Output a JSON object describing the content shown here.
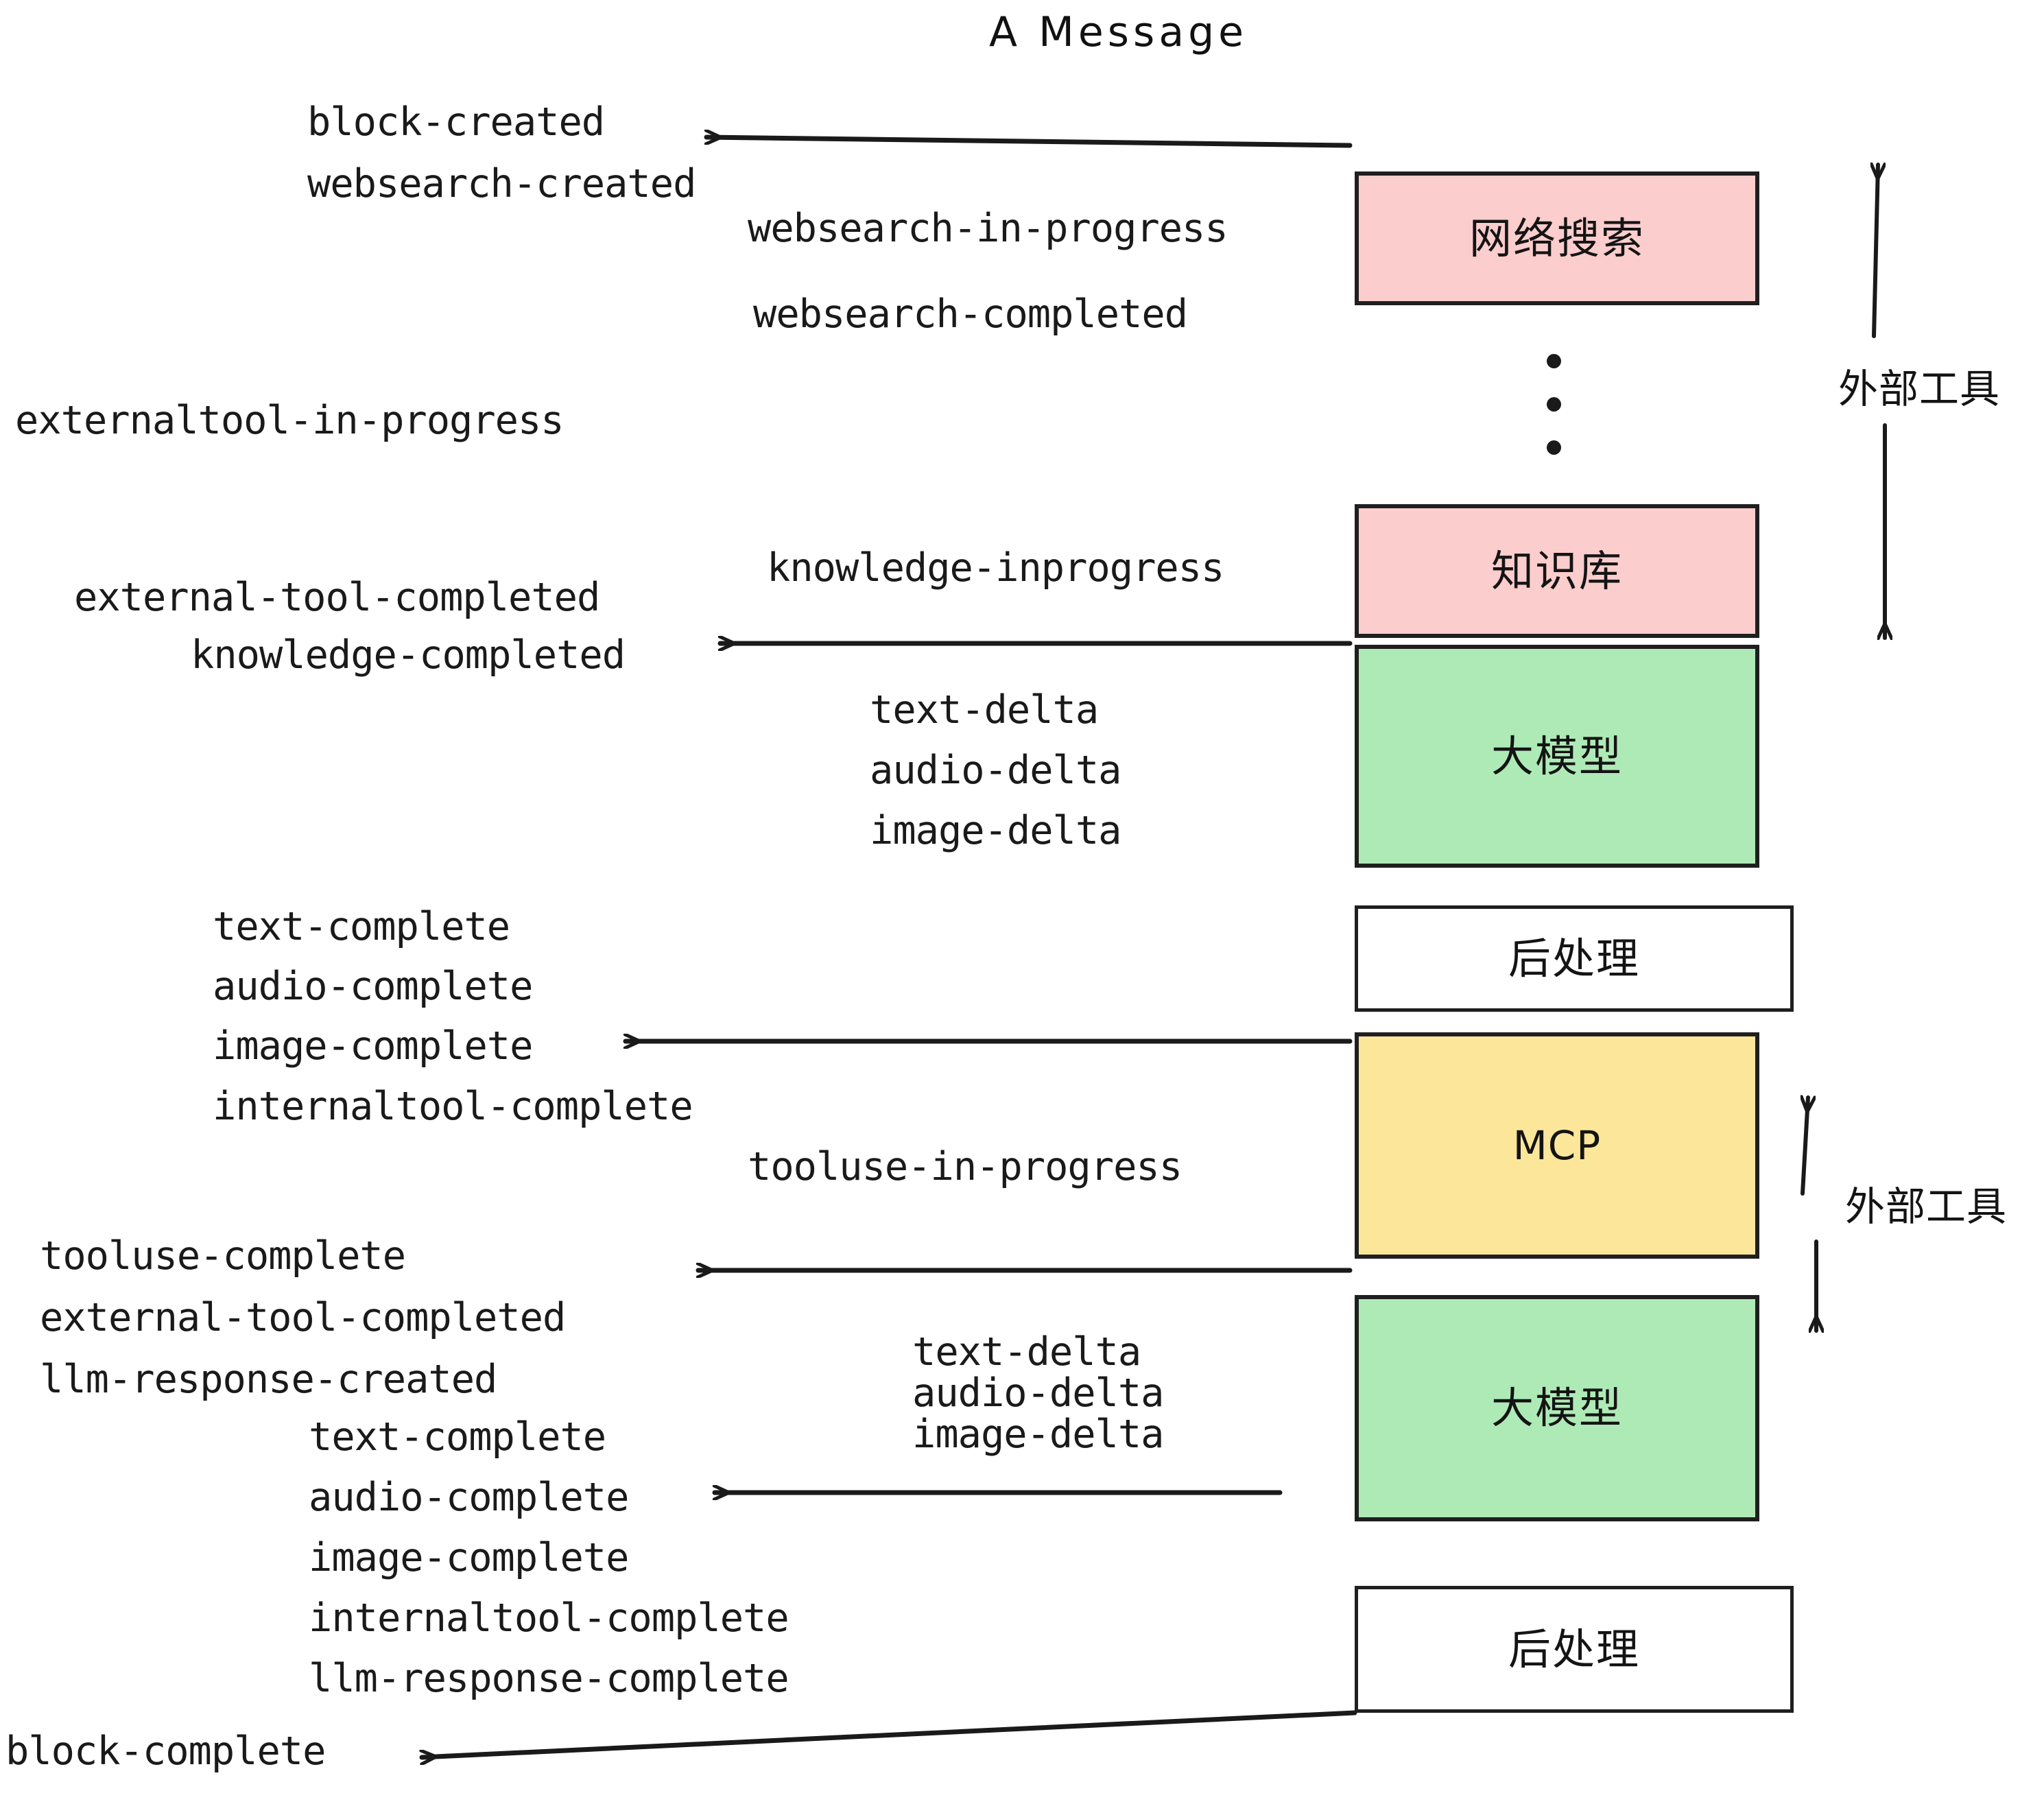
{
  "title": "A Message",
  "colors": {
    "pink": "#fbcdcd",
    "green": "#aeeab6",
    "yellow": "#fbe69a",
    "white": "#ffffff",
    "stroke": "#1f1f1f",
    "text": "#1a1a1a"
  },
  "nodes": [
    {
      "id": "websearch",
      "label": "网络搜索",
      "fill": "pink"
    },
    {
      "id": "knowledge-base",
      "label": "知识库",
      "fill": "pink"
    },
    {
      "id": "llm-1",
      "label": "大模型",
      "fill": "green"
    },
    {
      "id": "postprocess-1",
      "label": "后处理",
      "fill": "white"
    },
    {
      "id": "mcp",
      "label": "MCP",
      "fill": "yellow"
    },
    {
      "id": "llm-2",
      "label": "大模型",
      "fill": "green"
    },
    {
      "id": "postprocess-2",
      "label": "后处理",
      "fill": "white"
    }
  ],
  "group_labels": [
    {
      "id": "external-tools-top",
      "label": "外部工具"
    },
    {
      "id": "external-tools-bottom",
      "label": "外部工具"
    }
  ],
  "events": [
    {
      "id": "block-created",
      "text": "block-created"
    },
    {
      "id": "websearch-created",
      "text": "websearch-created"
    },
    {
      "id": "websearch-in-progress",
      "text": "websearch-in-progress"
    },
    {
      "id": "websearch-completed",
      "text": "websearch-completed"
    },
    {
      "id": "externaltool-in-progress",
      "text": "externaltool-in-progress"
    },
    {
      "id": "knowledge-inprogress",
      "text": "knowledge-inprogress"
    },
    {
      "id": "external-tool-completed-1",
      "text": "external-tool-completed"
    },
    {
      "id": "knowledge-completed",
      "text": "knowledge-completed"
    },
    {
      "id": "text-delta-1",
      "text": "text-delta"
    },
    {
      "id": "audio-delta-1",
      "text": "audio-delta"
    },
    {
      "id": "image-delta-1",
      "text": "image-delta"
    },
    {
      "id": "text-complete-1",
      "text": "text-complete"
    },
    {
      "id": "audio-complete-1",
      "text": "audio-complete"
    },
    {
      "id": "image-complete-1",
      "text": "image-complete"
    },
    {
      "id": "internaltool-complete-1",
      "text": "internaltool-complete"
    },
    {
      "id": "tooluse-in-progress",
      "text": "tooluse-in-progress"
    },
    {
      "id": "tooluse-complete",
      "text": "tooluse-complete"
    },
    {
      "id": "external-tool-completed-2",
      "text": "external-tool-completed"
    },
    {
      "id": "llm-response-created",
      "text": "llm-response-created"
    },
    {
      "id": "text-delta-2",
      "text": "text-delta"
    },
    {
      "id": "audio-delta-2",
      "text": "audio-delta"
    },
    {
      "id": "image-delta-2",
      "text": "image-delta"
    },
    {
      "id": "text-complete-2",
      "text": "text-complete"
    },
    {
      "id": "audio-complete-2",
      "text": "audio-complete"
    },
    {
      "id": "image-complete-2",
      "text": "image-complete"
    },
    {
      "id": "internaltool-complete-2",
      "text": "internaltool-complete"
    },
    {
      "id": "llm-response-complete",
      "text": "llm-response-complete"
    },
    {
      "id": "block-complete",
      "text": "block-complete"
    }
  ]
}
